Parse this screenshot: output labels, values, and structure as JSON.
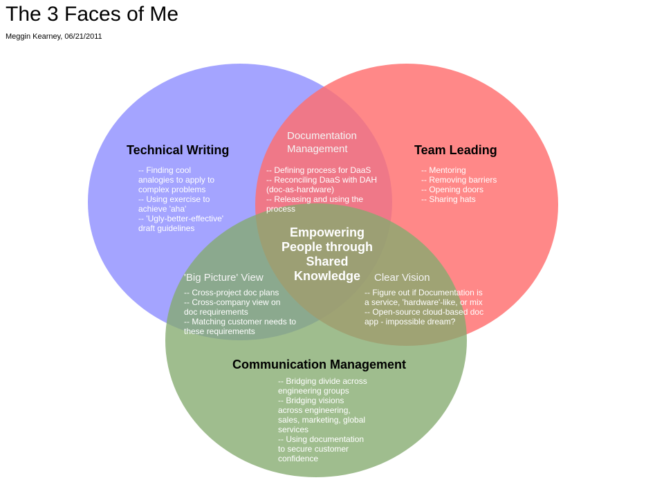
{
  "title": "The 3 Faces of Me",
  "subtitle": "Meggin Kearney, 06/21/2011",
  "colors": {
    "technical_writing": "#8a8aff",
    "team_leading": "#ff6e6e",
    "communication_management": "#84aa6e"
  },
  "circles": {
    "technical_writing": {
      "label": "Technical Writing",
      "items": [
        "-- Finding cool",
        "analogies to apply to",
        "complex problems",
        "-- Using exercise to",
        "achieve 'aha'",
        "-- 'Ugly-better-effective'",
        "draft guidelines"
      ]
    },
    "team_leading": {
      "label": "Team Leading",
      "items": [
        "-- Mentoring",
        "-- Removing barriers",
        "-- Opening doors",
        "-- Sharing hats"
      ]
    },
    "communication_management": {
      "label": "Communication Management",
      "items": [
        "-- Bridging divide across",
        "engineering groups",
        "-- Bridging visions",
        "across engineering,",
        "sales, marketing, global",
        "services",
        "-- Using documentation",
        "to secure customer",
        "confidence"
      ]
    }
  },
  "overlaps": {
    "documentation_management": {
      "label_line1": "Documentation",
      "label_line2": "Management",
      "items": [
        "-- Defining process for DaaS",
        "-- Reconciling DaaS with DAH",
        "(doc-as-hardware)",
        "-- Releasing and using the",
        "process"
      ]
    },
    "big_picture_view": {
      "label": "'Big Picture' View",
      "items": [
        "-- Cross-project doc plans",
        "-- Cross-company view on",
        "doc requirements",
        "-- Matching customer needs to",
        "these requirements"
      ]
    },
    "clear_vision": {
      "label": "Clear Vision",
      "items": [
        "-- Figure out if Documentation is",
        "a service, 'hardware'-like, or mix",
        "-- Open-source cloud-based doc",
        "app - impossible dream?"
      ]
    }
  },
  "center": {
    "lines": [
      "Empowering",
      "People through",
      "Shared",
      "Knowledge"
    ]
  }
}
